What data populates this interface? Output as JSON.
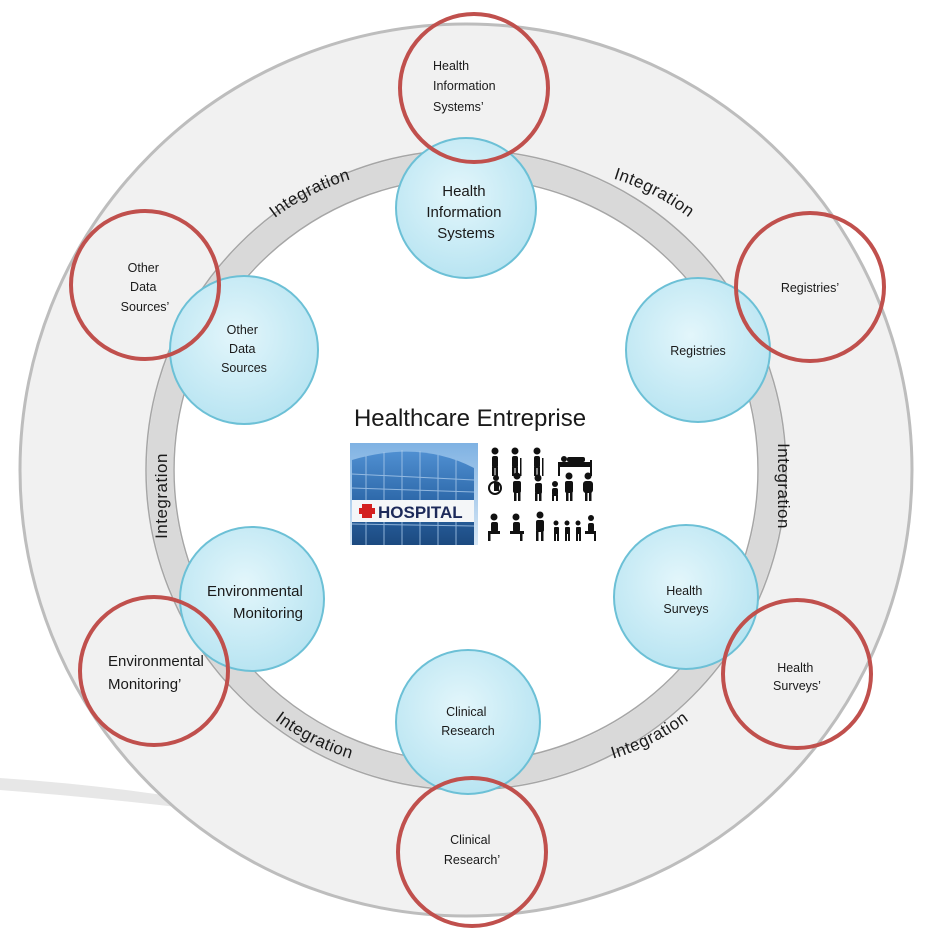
{
  "center": {
    "title": "Healthcare Entreprise",
    "hospital_sign": "HOSPITAL",
    "images": [
      "hospital-building-image",
      "people-pictograms-image"
    ]
  },
  "ring": {
    "integration_label": "Integration"
  },
  "inner_nodes": [
    {
      "id": "health-information-systems",
      "lines": [
        "Health",
        "Information",
        "Systems"
      ]
    },
    {
      "id": "registries",
      "lines": [
        "Registries"
      ]
    },
    {
      "id": "health-surveys",
      "lines": [
        "Health",
        "Surveys"
      ]
    },
    {
      "id": "clinical-research",
      "lines": [
        "Clinical",
        "Research"
      ]
    },
    {
      "id": "environmental-monitoring",
      "lines": [
        "Environmental",
        "Monitoring"
      ]
    },
    {
      "id": "other-data-sources",
      "lines": [
        "Other",
        "Data",
        "Sources"
      ]
    }
  ],
  "outer_nodes": [
    {
      "id": "health-information-systems-prime",
      "lines": [
        "Health",
        "Information",
        "Systems’"
      ]
    },
    {
      "id": "registries-prime",
      "lines": [
        "Registries’"
      ]
    },
    {
      "id": "health-surveys-prime",
      "lines": [
        "Health",
        "Surveys’"
      ]
    },
    {
      "id": "clinical-research-prime",
      "lines": [
        "Clinical",
        "Research’"
      ]
    },
    {
      "id": "environmental-monitoring-prime",
      "lines": [
        "Environmental",
        "Monitoring’"
      ]
    },
    {
      "id": "other-data-sources-prime",
      "lines": [
        "Other",
        "Data",
        "Sources’"
      ]
    }
  ],
  "colors": {
    "outer_disk_fill": "#f1f1f1",
    "outer_disk_stroke": "#bdbdbd",
    "ring_band": "#d9d9d9",
    "ring_band_edge": "#a6a6a6",
    "inner_node_fill": "#c6ecf6",
    "inner_node_stroke": "#6cc0d6",
    "outer_node_stroke": "#c0504d"
  }
}
